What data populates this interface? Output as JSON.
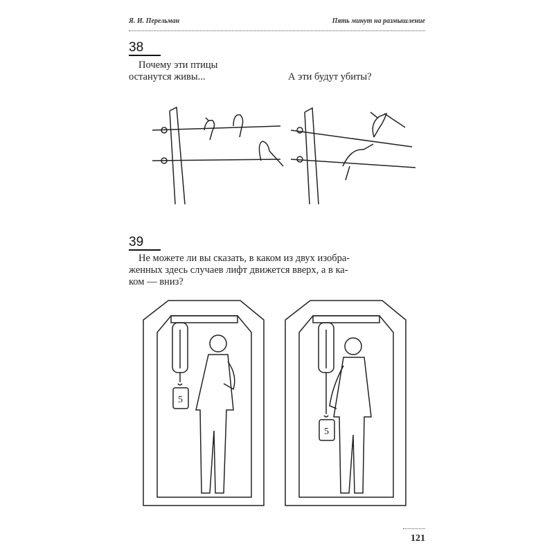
{
  "header": {
    "author": "Я. И. Перельман",
    "book_title": "Пять минут на размышление"
  },
  "problems": [
    {
      "number": "38",
      "caption_left": [
        "Почему эти птицы",
        "останутся живы..."
      ],
      "caption_right": "А эти будут убиты?"
    },
    {
      "number": "39",
      "text_lines": [
        "Не можете ли вы сказать, в каком из двух изобра-",
        "женных здесь случаев лифт движется вверх, а в ка-",
        "ком — вниз?"
      ],
      "weight_label": "5"
    }
  ],
  "page_number": "121"
}
